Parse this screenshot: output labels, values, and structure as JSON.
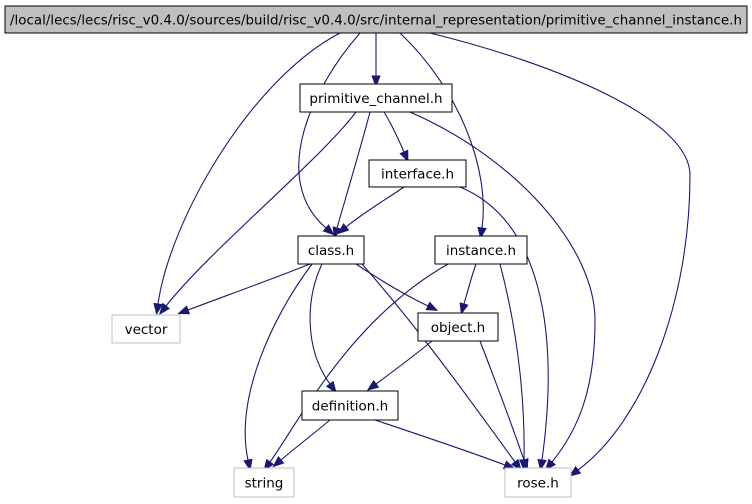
{
  "graph": {
    "nodes": [
      {
        "id": "root",
        "label": "/local/lecs/lecs/risc_v0.4.0/sources/build/risc_v0.4.0/src/internal_representation/primitive_channel_instance.h",
        "kind": "root"
      },
      {
        "id": "primitive_channel",
        "label": "primitive_channel.h",
        "kind": "internal"
      },
      {
        "id": "interface",
        "label": "interface.h",
        "kind": "internal"
      },
      {
        "id": "class",
        "label": "class.h",
        "kind": "internal"
      },
      {
        "id": "instance",
        "label": "instance.h",
        "kind": "internal"
      },
      {
        "id": "object",
        "label": "object.h",
        "kind": "internal"
      },
      {
        "id": "definition",
        "label": "definition.h",
        "kind": "internal"
      },
      {
        "id": "vector",
        "label": "vector",
        "kind": "external"
      },
      {
        "id": "string",
        "label": "string",
        "kind": "external"
      },
      {
        "id": "rose",
        "label": "rose.h",
        "kind": "external"
      }
    ],
    "edges": [
      {
        "from": "root",
        "to": "primitive_channel"
      },
      {
        "from": "root",
        "to": "vector"
      },
      {
        "from": "root",
        "to": "class"
      },
      {
        "from": "root",
        "to": "instance"
      },
      {
        "from": "root",
        "to": "rose"
      },
      {
        "from": "primitive_channel",
        "to": "vector"
      },
      {
        "from": "primitive_channel",
        "to": "class"
      },
      {
        "from": "primitive_channel",
        "to": "interface"
      },
      {
        "from": "primitive_channel",
        "to": "rose"
      },
      {
        "from": "interface",
        "to": "class"
      },
      {
        "from": "interface",
        "to": "rose"
      },
      {
        "from": "class",
        "to": "vector"
      },
      {
        "from": "class",
        "to": "object"
      },
      {
        "from": "class",
        "to": "definition"
      },
      {
        "from": "class",
        "to": "string"
      },
      {
        "from": "class",
        "to": "rose"
      },
      {
        "from": "instance",
        "to": "object"
      },
      {
        "from": "instance",
        "to": "string"
      },
      {
        "from": "instance",
        "to": "rose"
      },
      {
        "from": "object",
        "to": "definition"
      },
      {
        "from": "object",
        "to": "rose"
      },
      {
        "from": "definition",
        "to": "string"
      },
      {
        "from": "definition",
        "to": "rose"
      }
    ],
    "colors": {
      "edge": "#191970",
      "root_fill": "#bfbfbf",
      "node_border": "#000000",
      "external_border": "#bfbfbf"
    }
  }
}
